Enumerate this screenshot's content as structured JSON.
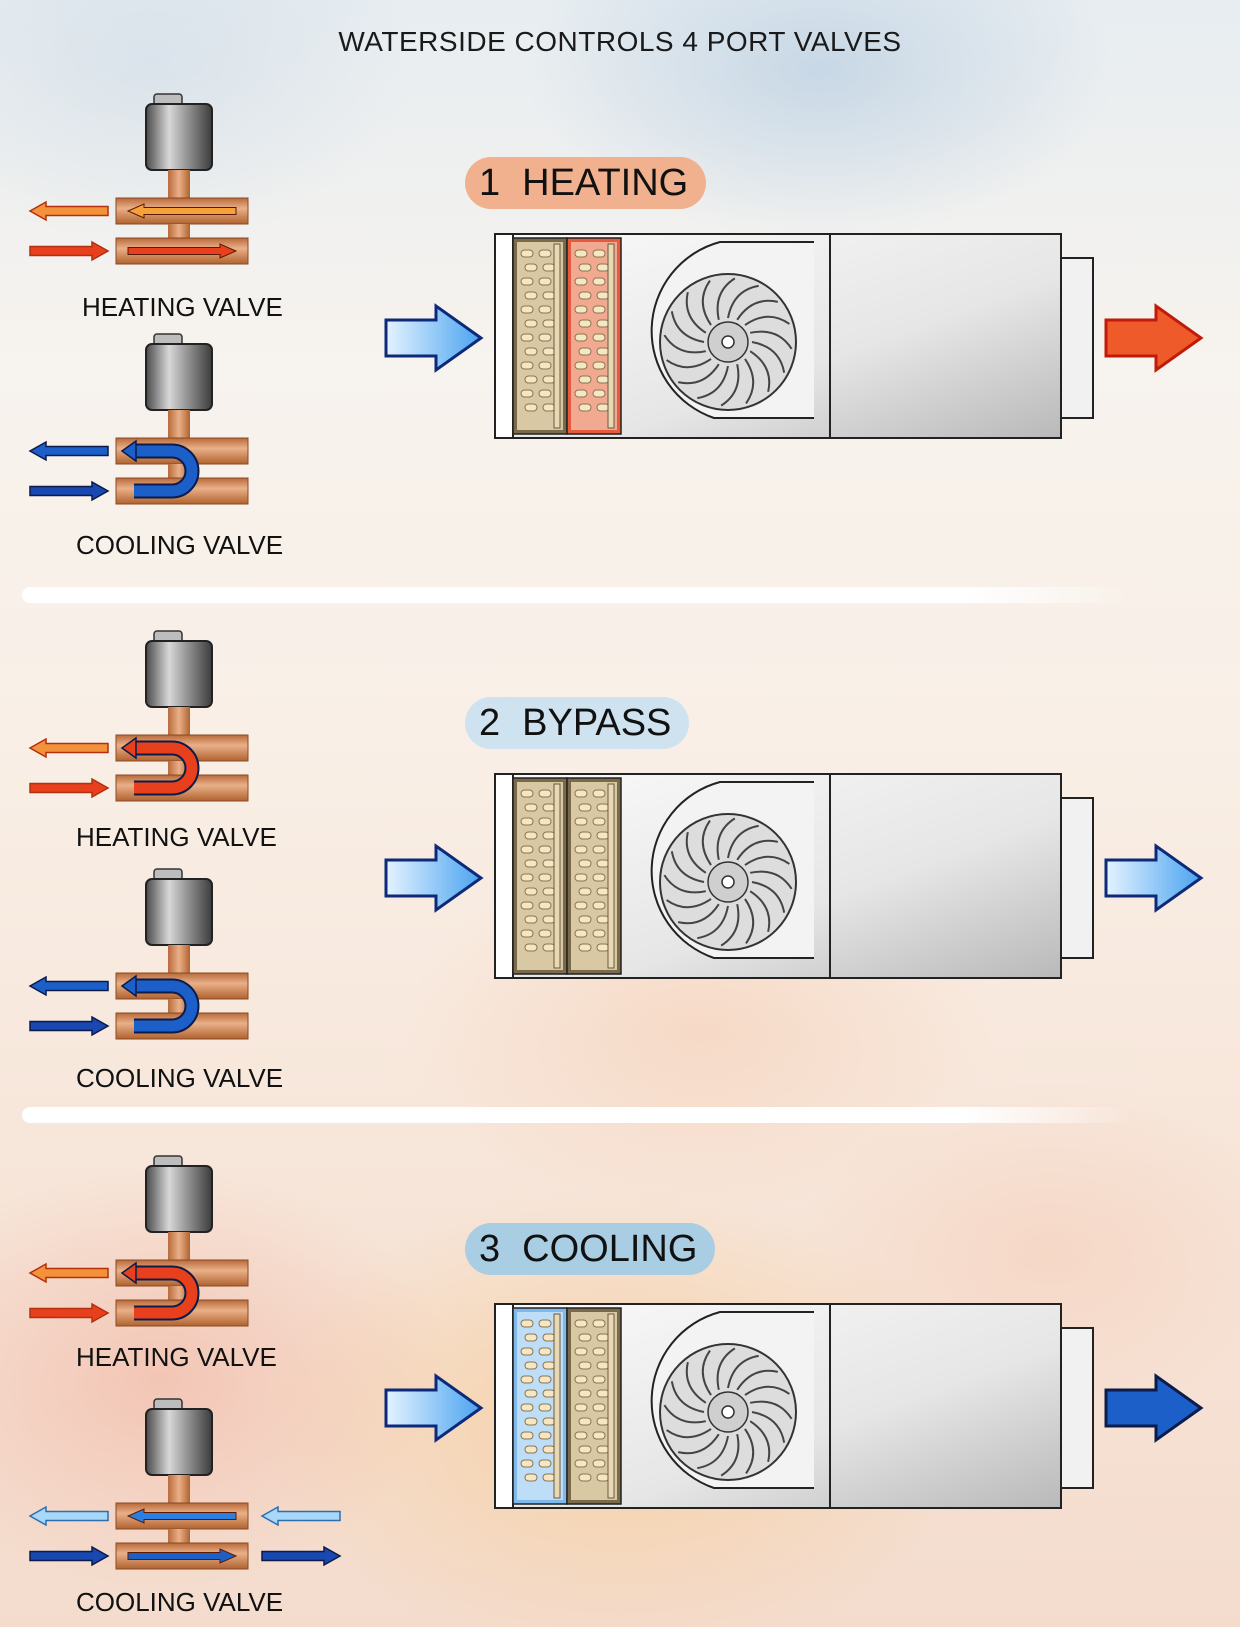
{
  "title": "WATERSIDE CONTROLS  4 PORT VALVES",
  "sections": [
    {
      "mode_number": "1",
      "mode_name": "HEATING",
      "pill_color": "#f1b08e",
      "heating_valve": {
        "label": "HEATING VALVE",
        "flow": "through"
      },
      "cooling_valve": {
        "label": "COOLING VALVE",
        "flow": "bypass"
      },
      "coil_1_state": "neutral",
      "coil_2_state": "hot",
      "outlet_air": "warm"
    },
    {
      "mode_number": "2",
      "mode_name": "BYPASS",
      "pill_color": "#cfe2ef",
      "heating_valve": {
        "label": "HEATING VALVE",
        "flow": "bypass"
      },
      "cooling_valve": {
        "label": "COOLING VALVE",
        "flow": "bypass"
      },
      "coil_1_state": "neutral",
      "coil_2_state": "neutral",
      "outlet_air": "neutral"
    },
    {
      "mode_number": "3",
      "mode_name": "COOLING",
      "pill_color": "#a9cde3",
      "heating_valve": {
        "label": "HEATING VALVE",
        "flow": "bypass"
      },
      "cooling_valve": {
        "label": "COOLING VALVE",
        "flow": "through"
      },
      "coil_1_state": "cold",
      "coil_2_state": "neutral",
      "outlet_air": "cool"
    }
  ],
  "colors": {
    "hot_water": "#e8401c",
    "cold_water": "#1d5fc8",
    "copper": "#d98f5f",
    "actuator": "#8c8c8c",
    "cabinet": "#e6e6e6"
  }
}
